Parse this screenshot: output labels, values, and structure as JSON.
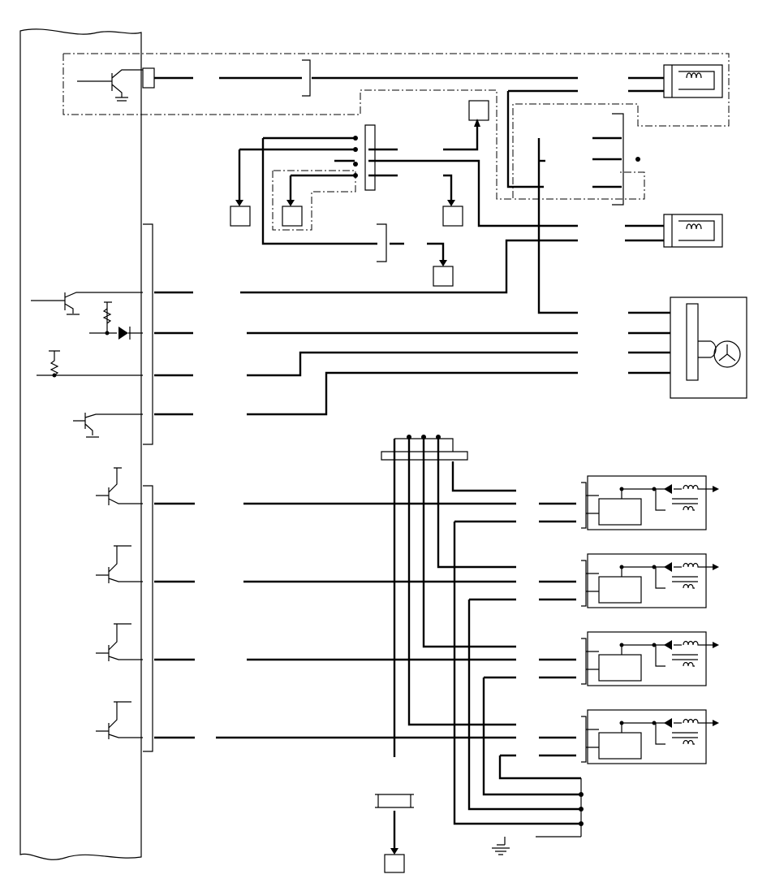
{
  "diagram": {
    "components": [
      "control-unit",
      "relay-coil-1",
      "relay-coil-2",
      "motor-unit",
      "injector-driver-1",
      "injector-driver-2",
      "injector-driver-3",
      "injector-driver-4"
    ],
    "colors": {
      "line": "#000000",
      "background": "#ffffff"
    }
  }
}
